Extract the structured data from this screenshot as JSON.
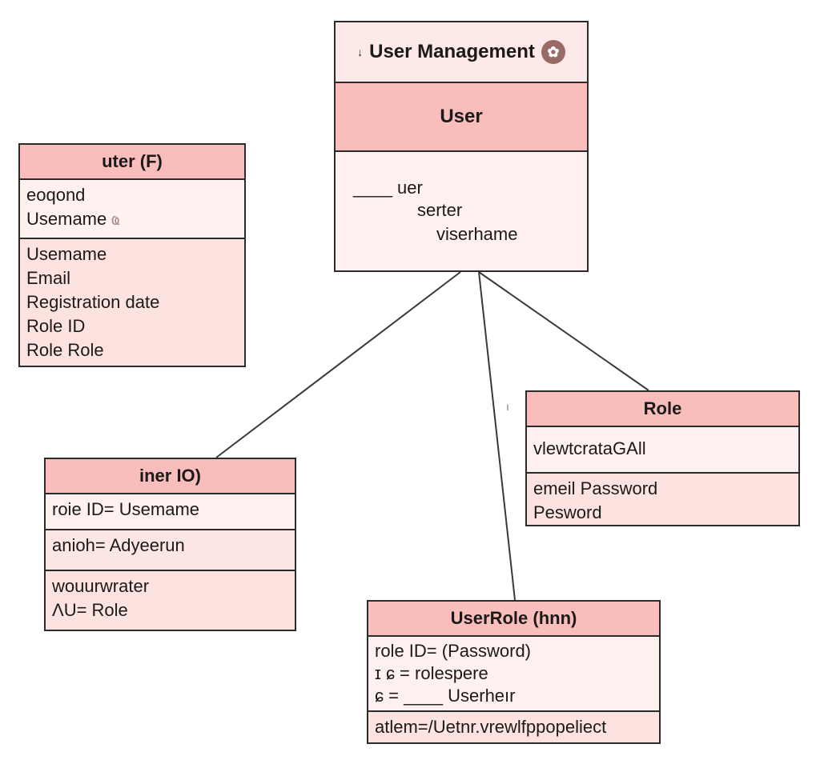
{
  "module": {
    "title_prefix": "↓",
    "title": "User Management",
    "icon": "gear-icon",
    "class_name": "User",
    "attributes": [
      "____ uer",
      "serter",
      "viserhame"
    ]
  },
  "left_class": {
    "title": "uter (F)",
    "section_a": [
      "eoqond",
      "Usemame"
    ],
    "section_b": [
      "Usemame",
      "Email",
      "Registration date",
      "Role ID",
      "Role  Role"
    ]
  },
  "iner_class": {
    "title": "iner IO)",
    "section_a": [
      "roie  ID= Usemame"
    ],
    "section_b": [
      "anioh= Adyeerun"
    ],
    "section_c": [
      "wouurwrater",
      "ΛU= Role"
    ]
  },
  "role_class": {
    "title": "Role",
    "section_a": [
      "vlewtcrataGAll"
    ],
    "section_b": [
      "emeil Password",
      "Pesword"
    ]
  },
  "userrole_class": {
    "title": "UserRole (hnn)",
    "section_a": [
      "role  ID= (Password)",
      "ɪ  ɕ = rolespere",
      "ɕ =  ____ Userheır"
    ],
    "section_b": [
      "atlem=/Uetnr.vrewlfppopeliect"
    ]
  },
  "stray_mark": "ı",
  "colors": {
    "header_fill": "#f9bebb",
    "body_fill": "#fde6e4",
    "border": "#2b2b2b",
    "connector": "#3a3a3a"
  }
}
